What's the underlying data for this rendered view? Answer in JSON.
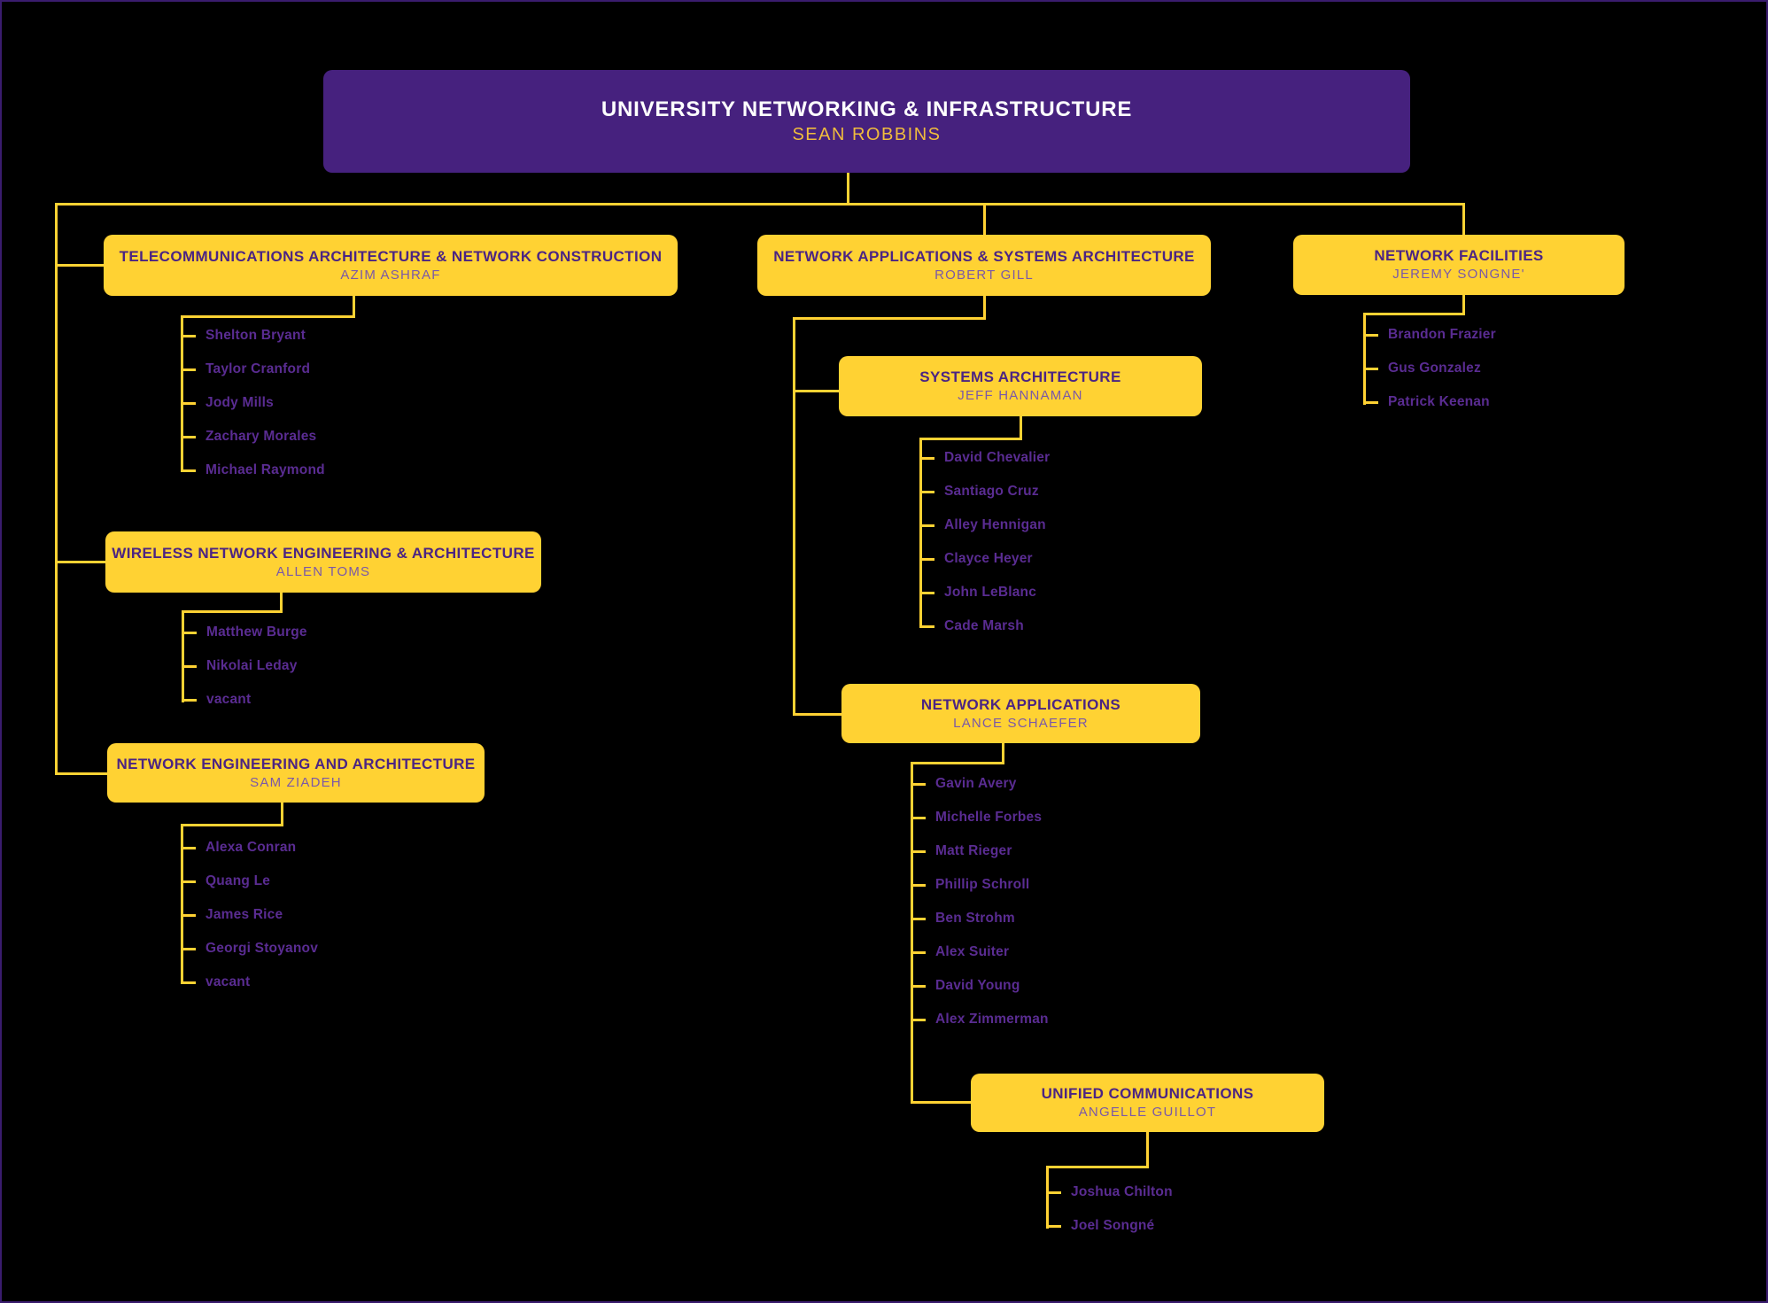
{
  "org_chart": {
    "root": {
      "title": "UNIVERSITY NETWORKING & INFRASTRUCTURE",
      "manager": "SEAN ROBBINS"
    },
    "departments": [
      {
        "id": "telecom",
        "title": "TELECOMMUNICATIONS ARCHITECTURE & NETWORK CONSTRUCTION",
        "manager": "AZIM ASHRAF",
        "members": [
          "Shelton Bryant",
          "Taylor Cranford",
          "Jody Mills",
          "Zachary Morales",
          "Michael Raymond"
        ]
      },
      {
        "id": "wireless",
        "title": "WIRELESS NETWORK ENGINEERING & ARCHITECTURE",
        "manager": "ALLEN TOMS",
        "members": [
          "Matthew Burge",
          "Nikolai Leday",
          "vacant"
        ]
      },
      {
        "id": "neteng",
        "title": "NETWORK ENGINEERING AND ARCHITECTURE",
        "manager": "SAM ZIADEH",
        "members": [
          "Alexa Conran",
          "Quang Le",
          "James Rice",
          "Georgi Stoyanov",
          "vacant"
        ]
      },
      {
        "id": "netapps-sysarch",
        "title": "NETWORK APPLICATIONS & SYSTEMS ARCHITECTURE",
        "manager": "ROBERT GILL",
        "members": []
      },
      {
        "id": "sysarch",
        "title": "SYSTEMS ARCHITECTURE",
        "manager": "JEFF HANNAMAN",
        "members": [
          "David Chevalier",
          "Santiago Cruz",
          "Alley Hennigan",
          "Clayce Heyer",
          "John LeBlanc",
          "Cade Marsh"
        ]
      },
      {
        "id": "netapps",
        "title": "NETWORK APPLICATIONS",
        "manager": "LANCE SCHAEFER",
        "members": [
          "Gavin Avery",
          "Michelle Forbes",
          "Matt Rieger",
          "Phillip Schroll",
          "Ben Strohm",
          "Alex Suiter",
          "David Young",
          "Alex Zimmerman"
        ]
      },
      {
        "id": "unified",
        "title": "UNIFIED COMMUNICATIONS",
        "manager": "ANGELLE GUILLOT",
        "members": [
          "Joshua Chilton",
          "Joel Songné"
        ]
      },
      {
        "id": "netfac",
        "title": "NETWORK FACILITIES",
        "manager": "JEREMY SONGNE'",
        "members": [
          "Brandon Frazier",
          "Gus Gonzalez",
          "Patrick Keenan"
        ]
      }
    ],
    "colors": {
      "background": "#000000",
      "box_gold": "#FFD233",
      "root_purple": "#46217E",
      "dept_title_text": "#4B2483",
      "manager_name_text": "#7A58A8",
      "member_name_text": "#5A2C92",
      "root_title_text": "#FFFFFF",
      "root_manager_text": "#F0BC3D",
      "connector": "#FFD233"
    }
  }
}
